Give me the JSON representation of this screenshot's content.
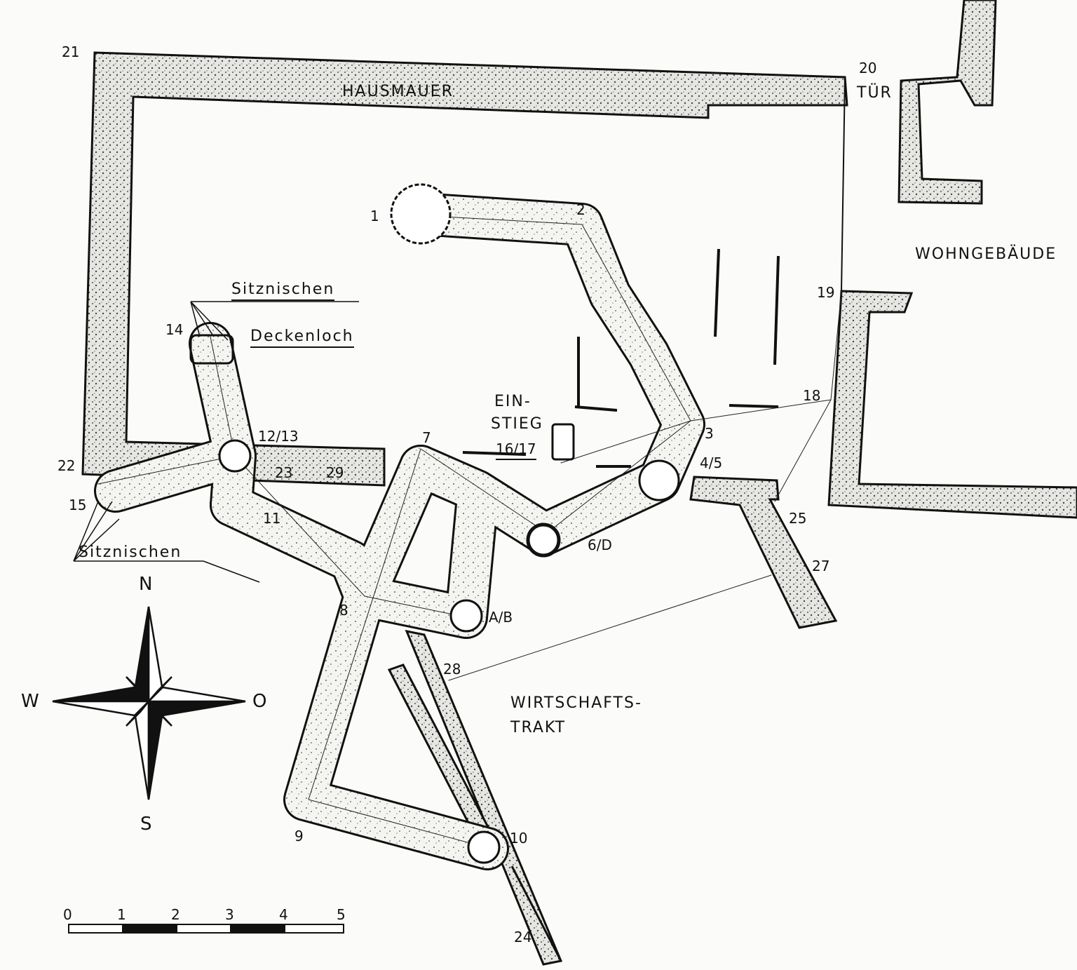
{
  "buildings": {
    "house_wall": "HAUSMAUER",
    "door": "TÜR",
    "residence": "WOHNGEBÄUDE",
    "farm_wing_line1": "WIRTSCHAFTS-",
    "farm_wing_line2": "TRAKT"
  },
  "annotations": {
    "seat_niches_top": "Sitznischen",
    "ceiling_hole": "Deckenloch",
    "entrance_line1": "EIN-",
    "entrance_line2": "STIEG",
    "seat_niches_bottom": "Sitznischen"
  },
  "points": [
    "21",
    "20",
    "1",
    "2",
    "19",
    "14",
    "16/17",
    "18",
    "3",
    "12/13",
    "22",
    "23",
    "29",
    "4/5",
    "7",
    "15",
    "11",
    "25",
    "6/D",
    "27",
    "8",
    "A/B",
    "28",
    "9",
    "10",
    "24"
  ],
  "compass": {
    "north": "N",
    "south": "S",
    "west": "W",
    "east": "O"
  },
  "scale_bar": {
    "ticks": [
      "0",
      "1",
      "2",
      "3",
      "4",
      "5"
    ]
  }
}
